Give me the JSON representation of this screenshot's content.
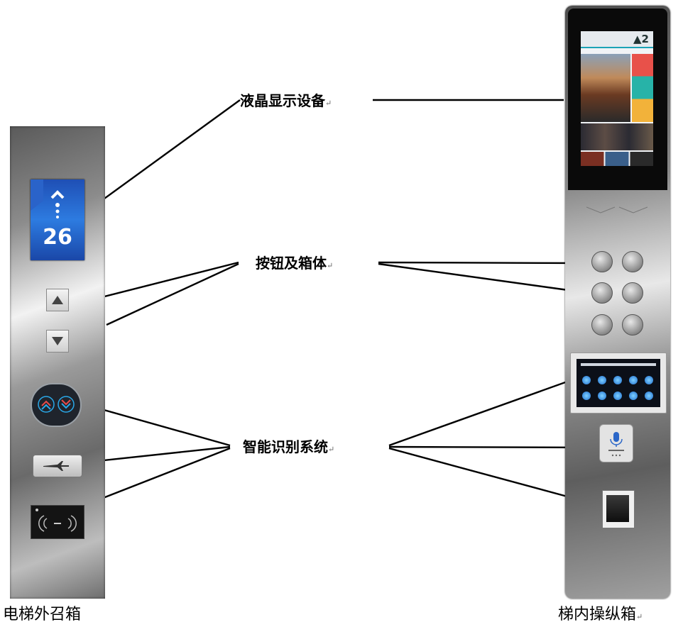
{
  "labels": {
    "lcd": "液晶显示设备",
    "buttons": "按钮及箱体",
    "recognition": "智能识别系统"
  },
  "captions": {
    "left": "电梯外召箱",
    "right": "梯内操纵箱"
  },
  "return_mark": "↵",
  "left_panel": {
    "floor_number": "26",
    "direction": "up"
  },
  "right_panel": {
    "lcd_floor": "▲2"
  },
  "colors": {
    "line": "#000000",
    "display_blue": "#2d7be0",
    "key_blue": "#1f6fd0"
  }
}
